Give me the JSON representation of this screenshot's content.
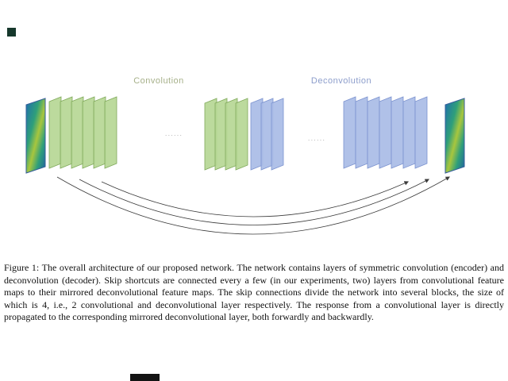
{
  "figure": {
    "conv_label": "Convolution",
    "deconv_label": "Deconvolution",
    "dots_left": "......",
    "dots_right": "......",
    "layers": {
      "encoder_block1": 6,
      "encoder_block2": 4,
      "decoder_block1": 3,
      "decoder_block2": 7
    },
    "skip_connections": 3,
    "colors": {
      "conv_fill": "#b6d795",
      "conv_edge": "#7fa95a",
      "deconv_fill": "#a9bce6",
      "deconv_edge": "#7b92cf",
      "conv_label_color": "#a6b089",
      "deconv_label_color": "#8c9dcb",
      "arrow_color": "#3a3a3a",
      "image_border": "#355e9a"
    }
  },
  "caption": {
    "text": "Figure 1: The overall architecture of our proposed network. The network contains layers of symmetric convolution (encoder) and deconvolution (decoder). Skip shortcuts are connected every a few (in our experiments, two) layers from convolutional feature maps to their mirrored deconvolutional feature maps. The skip connections divide the network into several blocks, the size of which is 4, i.e., 2 convolutional and deconvolutional layer respectively. The response from a convolutional layer is directly propagated to the corresponding mirrored deconvolutional layer, both forwardly and backwardly."
  }
}
